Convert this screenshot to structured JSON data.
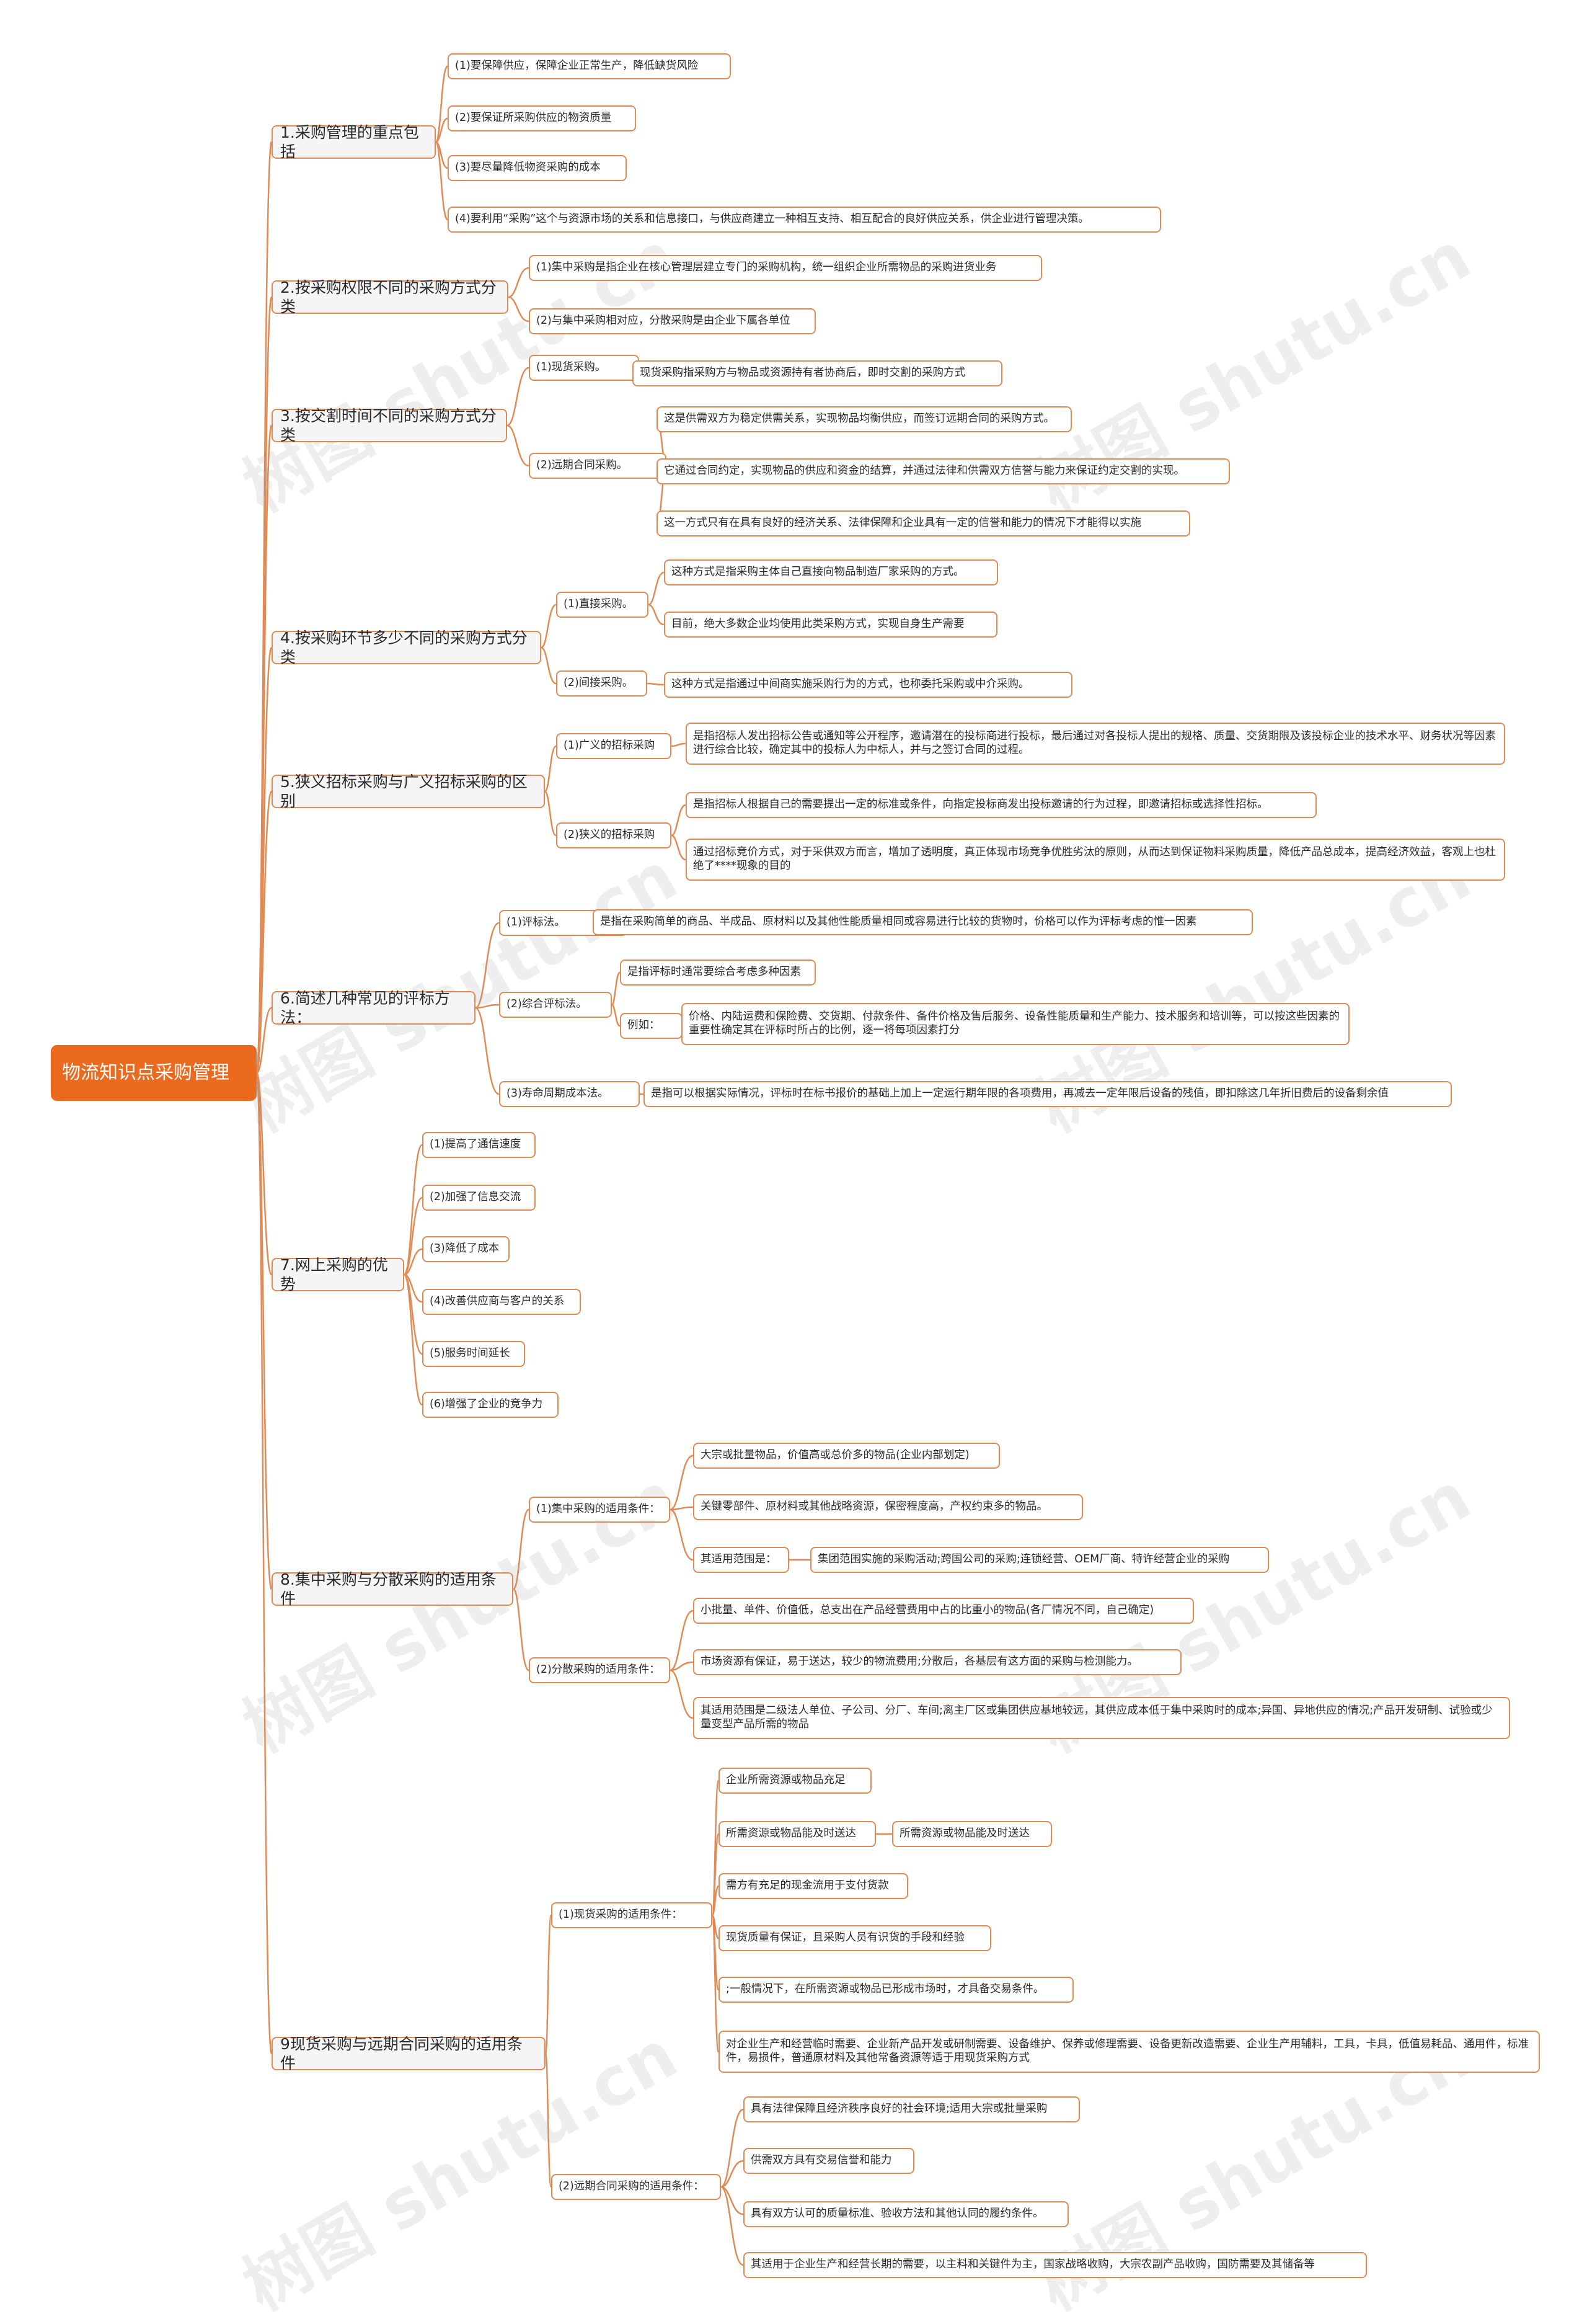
{
  "title": "物流知识点采购管理",
  "watermark": "树图 shutu.cn",
  "colors": {
    "root": "#ec6a1e",
    "line": "#e08b56",
    "branch_bg": "#f5f5f5"
  },
  "sections": [
    {
      "label": "1.采购管理的重点包括",
      "children": [
        {
          "label": "(1)要保障供应，保障企业正常生产，降低缺货风险"
        },
        {
          "label": "(2)要保证所采购供应的物资质量"
        },
        {
          "label": "(3)要尽量降低物资采购的成本"
        },
        {
          "label": "(4)要利用“采购”这个与资源市场的关系和信息接口，与供应商建立一种相互支持、相互配合的良好供应关系，供企业进行管理决策。"
        }
      ]
    },
    {
      "label": "2.按采购权限不同的采购方式分类",
      "children": [
        {
          "label": "(1)集中采购是指企业在核心管理层建立专门的采购机构，统一组织企业所需物品的采购进货业务"
        },
        {
          "label": "(2)与集中采购相对应，分散采购是由企业下属各单位"
        }
      ]
    },
    {
      "label": "3.按交割时间不同的采购方式分类",
      "children": [
        {
          "label": "(1)现货采购。",
          "children": [
            {
              "label": "现货采购指采购方与物品或资源持有者协商后，即时交割的采购方式"
            }
          ]
        },
        {
          "label": "(2)远期合同采购。",
          "children": [
            {
              "label": "这是供需双方为稳定供需关系，实现物品均衡供应，而签订远期合同的采购方式。"
            },
            {
              "label": "它通过合同约定，实现物品的供应和资金的结算，并通过法律和供需双方信誉与能力来保证约定交割的实现。"
            },
            {
              "label": "这一方式只有在具有良好的经济关系、法律保障和企业具有一定的信誉和能力的情况下才能得以实施"
            }
          ]
        }
      ]
    },
    {
      "label": "4.按采购环节多少不同的采购方式分类",
      "children": [
        {
          "label": "(1)直接采购。",
          "children": [
            {
              "label": "这种方式是指采购主体自己直接向物品制造厂家采购的方式。"
            },
            {
              "label": "目前，绝大多数企业均使用此类采购方式，实现自身生产需要"
            }
          ]
        },
        {
          "label": "(2)间接采购。",
          "children": [
            {
              "label": "这种方式是指通过中间商实施采购行为的方式，也称委托采购或中介采购。"
            }
          ]
        }
      ]
    },
    {
      "label": "5.狭义招标采购与广义招标采购的区别",
      "children": [
        {
          "label": "(1)广义的招标采购",
          "children": [
            {
              "label": "是指招标人发出招标公告或通知等公开程序，邀请潜在的投标商进行投标，最后通过对各投标人提出的规格、质量、交货期限及该投标企业的技术水平、财务状况等因素进行综合比较，确定其中的投标人为中标人，并与之签订合同的过程。"
            }
          ]
        },
        {
          "label": "(2)狭义的招标采购",
          "children": [
            {
              "label": "是指招标人根据自己的需要提出一定的标准或条件，向指定投标商发出投标邀请的行为过程，即邀请招标或选择性招标。"
            },
            {
              "label": "通过招标竞价方式，对于采供双方而言，增加了透明度，真正体现市场竞争优胜劣汰的原则，从而达到保证物料采购质量，降低产品总成本，提高经济效益，客观上也杜绝了****现象的目的"
            }
          ]
        }
      ]
    },
    {
      "label": "6.简述几种常见的评标方法：",
      "children": [
        {
          "label": "(1)评标法。",
          "children": [
            {
              "label": "是指在采购简单的商品、半成品、原材料以及其他性能质量相同或容易进行比较的货物时，价格可以作为评标考虑的惟一因素"
            }
          ]
        },
        {
          "label": "(2)综合评标法。",
          "children": [
            {
              "label": "是指评标时通常要综合考虑多种因素"
            },
            {
              "label": "例如：",
              "children": [
                {
                  "label": "价格、内陆运费和保险费、交货期、付款条件、备件价格及售后服务、设备性能质量和生产能力、技术服务和培训等，可以按这些因素的重要性确定其在评标时所占的比例，逐一将每项因素打分"
                }
              ]
            }
          ]
        },
        {
          "label": "(3)寿命周期成本法。",
          "children": [
            {
              "label": "是指可以根据实际情况，评标时在标书报价的基础上加上一定运行期年限的各项费用，再减去一定年限后设备的残值，即扣除这几年折旧费后的设备剩余值"
            }
          ]
        }
      ]
    },
    {
      "label": "7.网上采购的优势",
      "children": [
        {
          "label": "(1)提高了通信速度"
        },
        {
          "label": "(2)加强了信息交流"
        },
        {
          "label": "(3)降低了成本"
        },
        {
          "label": "(4)改善供应商与客户的关系"
        },
        {
          "label": "(5)服务时间延长"
        },
        {
          "label": "(6)增强了企业的竞争力"
        }
      ]
    },
    {
      "label": "8.集中采购与分散采购的适用条件",
      "children": [
        {
          "label": "(1)集中采购的适用条件：",
          "children": [
            {
              "label": "大宗或批量物品，价值高或总价多的物品(企业内部划定)"
            },
            {
              "label": "关键零部件、原材料或其他战略资源，保密程度高，产权约束多的物品。"
            },
            {
              "label": "其适用范围是：",
              "children": [
                {
                  "label": "集团范围实施的采购活动;跨国公司的采购;连锁经营、OEM厂商、特许经营企业的采购"
                }
              ]
            }
          ]
        },
        {
          "label": "(2)分散采购的适用条件：",
          "children": [
            {
              "label": "小批量、单件、价值低，总支出在产品经营费用中占的比重小的物品(各厂情况不同，自己确定)"
            },
            {
              "label": "市场资源有保证，易于送达，较少的物流费用;分散后，各基层有这方面的采购与检测能力。"
            },
            {
              "label": "其适用范围是二级法人单位、子公司、分厂、车间;离主厂区或集团供应基地较远，其供应成本低于集中采购时的成本;异国、异地供应的情况;产品开发研制、试验或少量变型产品所需的物品"
            }
          ]
        }
      ]
    },
    {
      "label": "9现货采购与远期合同采购的适用条件",
      "children": [
        {
          "label": "(1)现货采购的适用条件：",
          "children": [
            {
              "label": "企业所需资源或物品充足"
            },
            {
              "label": "所需资源或物品能及时送达",
              "children": [
                {
                  "label": "所需资源或物品能及时送达"
                }
              ]
            },
            {
              "label": "需方有充足的现金流用于支付货款"
            },
            {
              "label": "现货质量有保证，且采购人员有识货的手段和经验"
            },
            {
              "label": ";一般情况下，在所需资源或物品已形成市场时，才具备交易条件。"
            },
            {
              "label": "对企业生产和经营临时需要、企业新产品开发或研制需要、设备维护、保养或修理需要、设备更新改造需要、企业生产用辅料，工具，卡具，低值易耗品、通用件，标准件，易损件，普通原材料及其他常备资源等适于用现货采购方式"
            }
          ]
        },
        {
          "label": "(2)远期合同采购的适用条件：",
          "children": [
            {
              "label": "具有法律保障且经济秩序良好的社会环境;适用大宗或批量采购"
            },
            {
              "label": "供需双方具有交易信誉和能力"
            },
            {
              "label": "具有双方认可的质量标准、验收方法和其他认同的履约条件。"
            },
            {
              "label": "其适用于企业生产和经营长期的需要，以主料和关键件为主，国家战略收购，大宗农副产品收购，国防需要及其储备等"
            }
          ]
        }
      ]
    }
  ]
}
